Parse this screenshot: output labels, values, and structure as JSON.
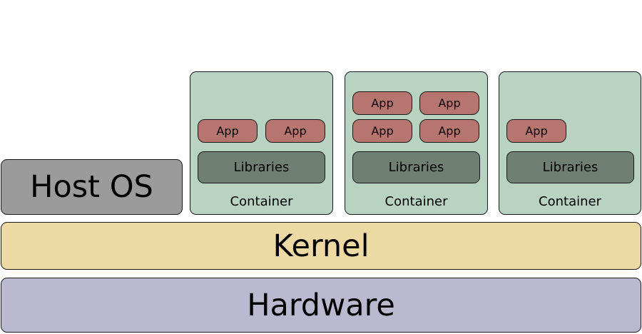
{
  "hardware": {
    "label": "Hardware"
  },
  "kernel": {
    "label": "Kernel"
  },
  "host_os": {
    "label": "Host OS"
  },
  "containers": [
    {
      "label": "Container",
      "libraries": "Libraries",
      "apps": [
        "App",
        "App"
      ]
    },
    {
      "label": "Container",
      "libraries": "Libraries",
      "apps": [
        "App",
        "App",
        "App",
        "App"
      ]
    },
    {
      "label": "Container",
      "libraries": "Libraries",
      "apps": [
        "App"
      ]
    }
  ],
  "colors": {
    "hardware": "#bab9d0",
    "kernel": "#ecd9a4",
    "host_os": "#9b9b9b",
    "container": "#b8d3c2",
    "libraries": "#707f73",
    "app": "#b6766f"
  }
}
